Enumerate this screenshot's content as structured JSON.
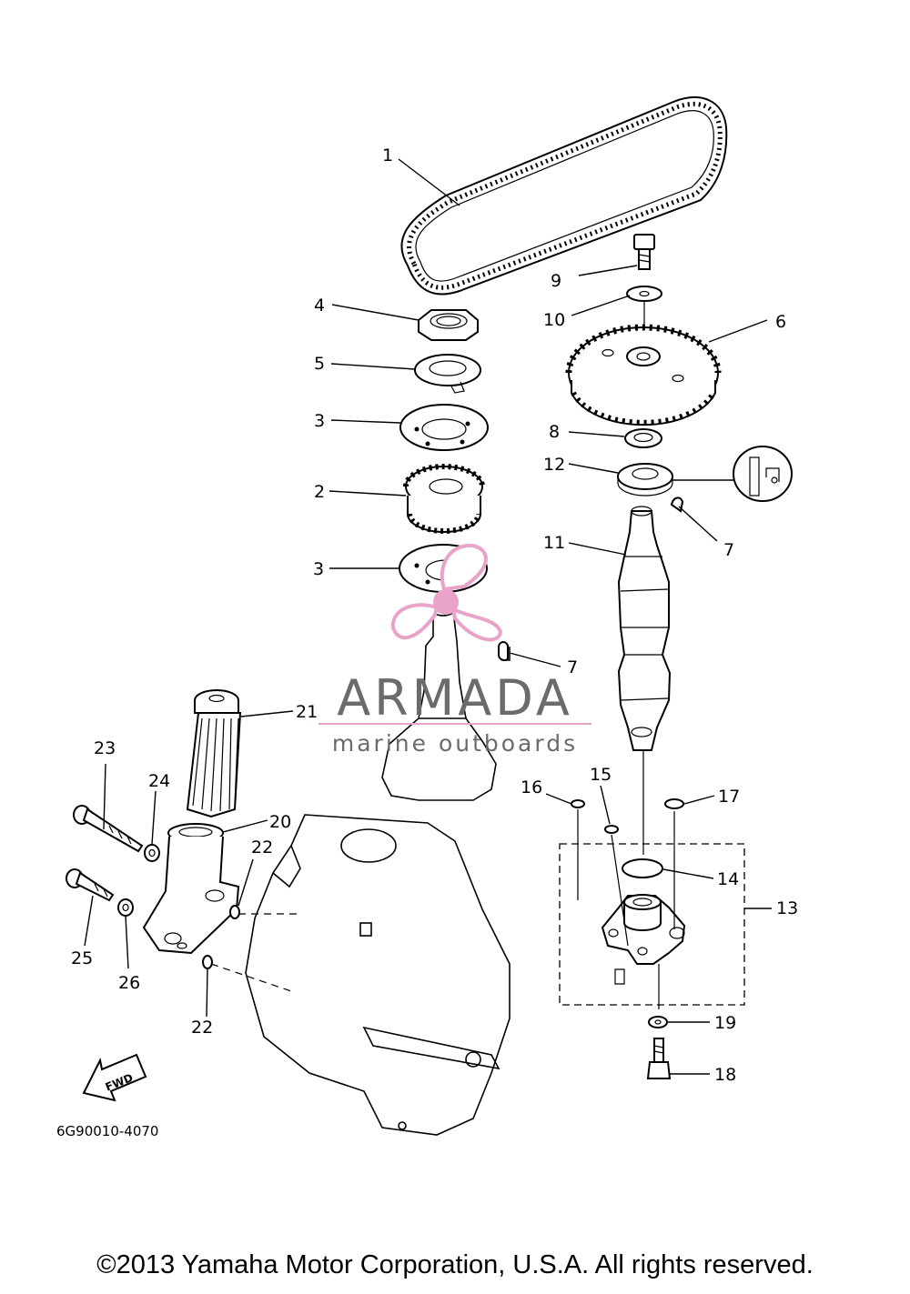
{
  "diagram": {
    "code": "6G90010-4070",
    "fwd_label": "FWD",
    "callouts": [
      {
        "id": "c1",
        "text": "1"
      },
      {
        "id": "c9",
        "text": "9"
      },
      {
        "id": "c10",
        "text": "10"
      },
      {
        "id": "c6",
        "text": "6"
      },
      {
        "id": "c4",
        "text": "4"
      },
      {
        "id": "c5",
        "text": "5"
      },
      {
        "id": "c3a",
        "text": "3"
      },
      {
        "id": "c2",
        "text": "2"
      },
      {
        "id": "c3b",
        "text": "3"
      },
      {
        "id": "c8",
        "text": "8"
      },
      {
        "id": "c12",
        "text": "12"
      },
      {
        "id": "c7a",
        "text": "7"
      },
      {
        "id": "c11",
        "text": "11"
      },
      {
        "id": "c7b",
        "text": "7"
      },
      {
        "id": "c21",
        "text": "21"
      },
      {
        "id": "c23",
        "text": "23"
      },
      {
        "id": "c24",
        "text": "24"
      },
      {
        "id": "c20",
        "text": "20"
      },
      {
        "id": "c22a",
        "text": "22"
      },
      {
        "id": "c25",
        "text": "25"
      },
      {
        "id": "c26",
        "text": "26"
      },
      {
        "id": "c22b",
        "text": "22"
      },
      {
        "id": "c16",
        "text": "16"
      },
      {
        "id": "c15",
        "text": "15"
      },
      {
        "id": "c17",
        "text": "17"
      },
      {
        "id": "c14",
        "text": "14"
      },
      {
        "id": "c13",
        "text": "13"
      },
      {
        "id": "c19",
        "text": "19"
      },
      {
        "id": "c18",
        "text": "18"
      }
    ]
  },
  "watermark": {
    "brand": "ARMADA",
    "tagline": "marine outboards",
    "color": "#e9a3c9"
  },
  "copyright": "©2013 Yamaha Motor Corporation, U.S.A. All rights reserved."
}
